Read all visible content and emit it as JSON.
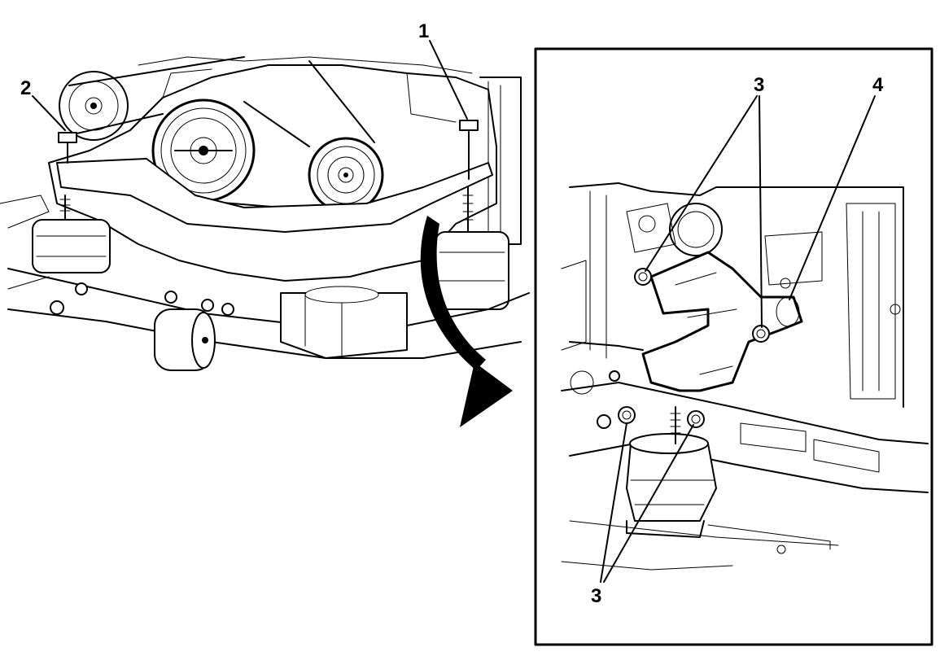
{
  "callouts": {
    "c1": "1",
    "c2": "2",
    "c3_top": "3",
    "c4": "4",
    "c3_bottom": "3"
  },
  "colors": {
    "ink": "#000000",
    "paper": "#ffffff"
  }
}
